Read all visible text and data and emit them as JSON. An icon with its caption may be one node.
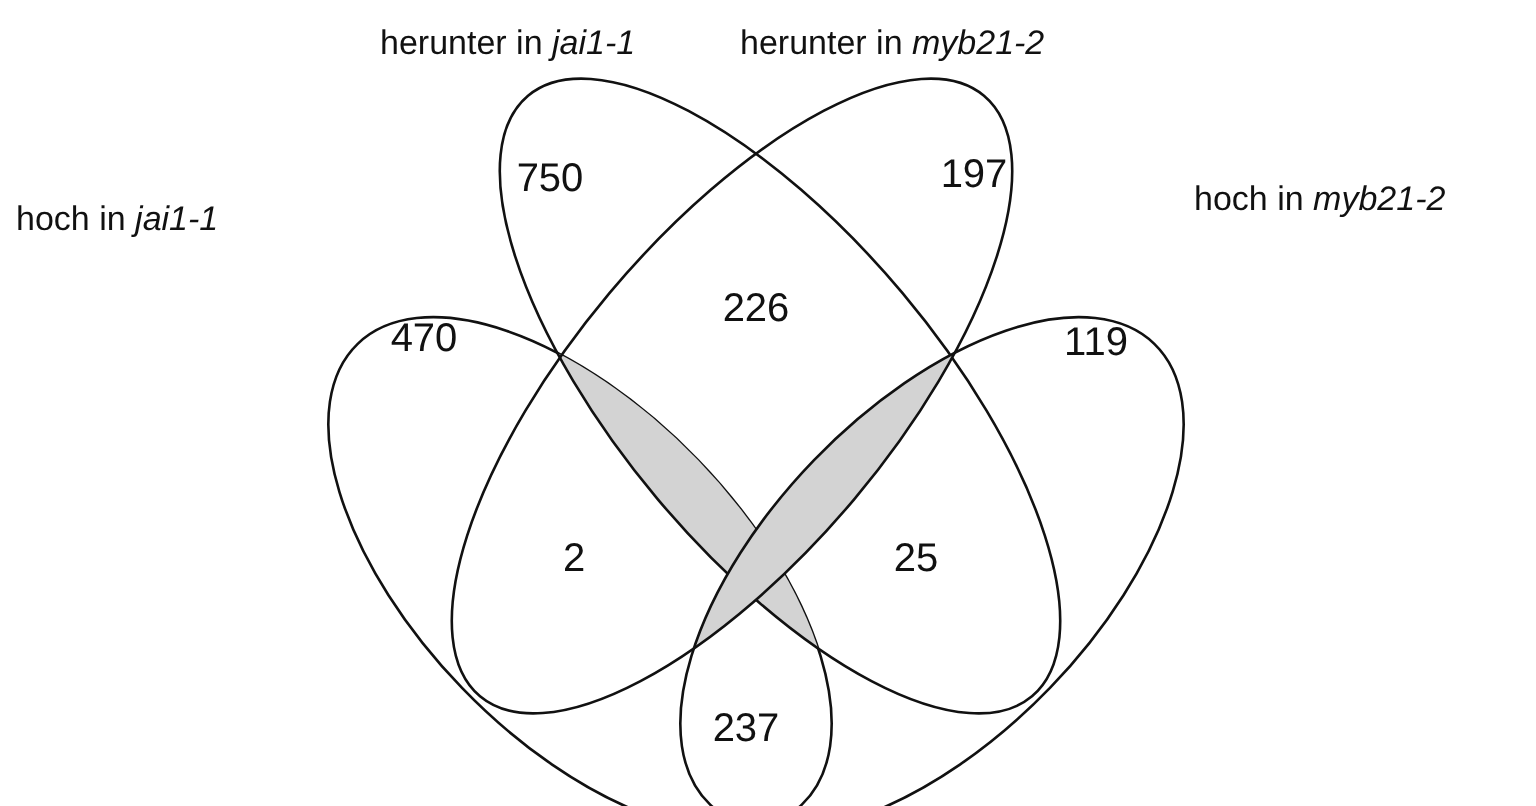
{
  "diagram": {
    "nodes": [
      {
        "text": [
          "hoch in *jai1-1*"
        ]
      },
      {
        "text": [
          "herunter in *jai1-1*"
        ]
      },
      {
        "text": [
          "herunter in *myb21-2*"
        ]
      },
      {
        "text": [
          "hoch in *myb21-2*"
        ]
      }
    ],
    "labels": [
      "750",
      "197",
      "470",
      "226",
      "119",
      "2",
      "25",
      "237"
    ]
  }
}
